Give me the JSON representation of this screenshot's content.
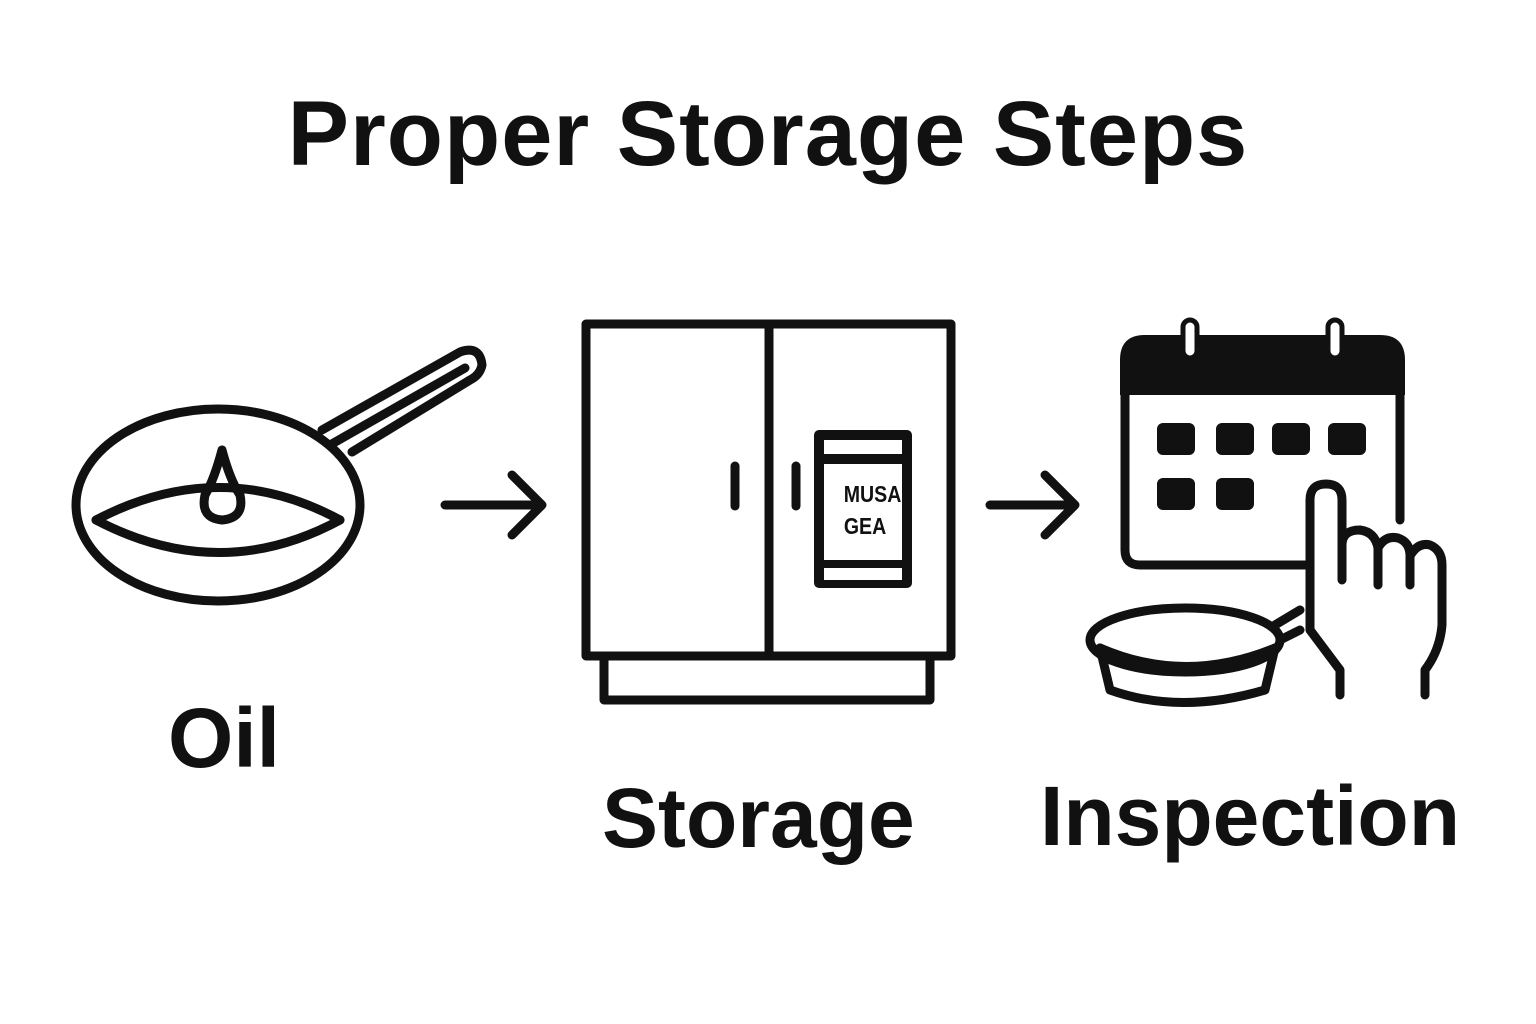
{
  "title": "Proper Storage Steps",
  "steps": [
    {
      "label": "Oil",
      "icon": "frying-pan-oil-icon"
    },
    {
      "label": "Storage",
      "icon": "cabinet-icon"
    },
    {
      "label": "Inspection",
      "icon": "calendar-hand-pan-icon"
    }
  ],
  "package_label": {
    "line1": "MUSA",
    "line2": "GEA"
  }
}
